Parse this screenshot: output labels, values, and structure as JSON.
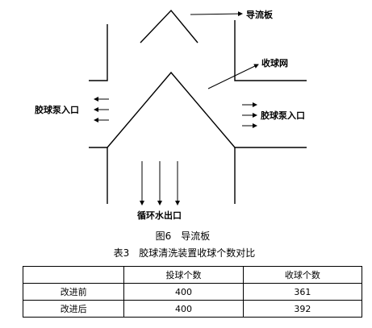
{
  "figure": {
    "labels": {
      "deflector": "导流板",
      "collection_net": "收球网",
      "inlet_left": "胶球泵入口",
      "inlet_right": "胶球泵入口",
      "outlet": "循环水出口"
    },
    "caption": "图6　导流板"
  },
  "table": {
    "caption": "表3　胶球清洗装置收球个数对比",
    "header": [
      "",
      "投球个数",
      "收球个数"
    ],
    "rows": [
      {
        "label": "改进前",
        "thrown": "400",
        "collected": "361"
      },
      {
        "label": "改进后",
        "thrown": "400",
        "collected": "392"
      }
    ]
  }
}
